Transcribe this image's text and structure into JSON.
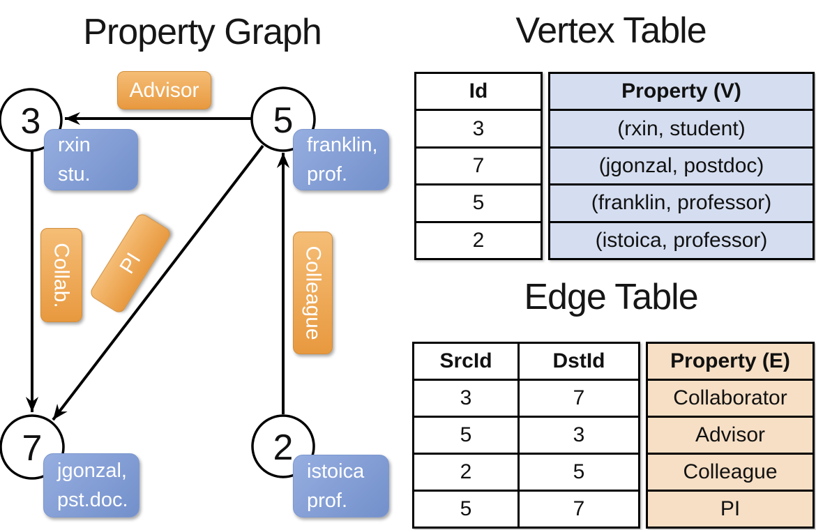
{
  "titles": {
    "graph": "Property Graph",
    "vertex_table": "Vertex Table",
    "edge_table": "Edge Table"
  },
  "graph": {
    "nodes": [
      {
        "id": "3"
      },
      {
        "id": "5"
      },
      {
        "id": "7"
      },
      {
        "id": "2"
      }
    ],
    "node_properties": [
      {
        "line1": "rxin",
        "line2": "stu."
      },
      {
        "line1": "franklin,",
        "line2": "prof."
      },
      {
        "line1": "jgonzal,",
        "line2": "pst.doc."
      },
      {
        "line1": "istoica",
        "line2": "prof."
      }
    ],
    "edge_labels": [
      {
        "text": "Advisor"
      },
      {
        "text": "Collab."
      },
      {
        "text": "PI"
      },
      {
        "text": "Colleague"
      }
    ]
  },
  "vertex_table": {
    "headers": {
      "id": "Id",
      "property": "Property (V)"
    },
    "rows": [
      {
        "id": "3",
        "property": "(rxin, student)"
      },
      {
        "id": "7",
        "property": "(jgonzal, postdoc)"
      },
      {
        "id": "5",
        "property": "(franklin, professor)"
      },
      {
        "id": "2",
        "property": "(istoica, professor)"
      }
    ]
  },
  "edge_table": {
    "headers": {
      "src": "SrcId",
      "dst": "DstId",
      "property": "Property (E)"
    },
    "rows": [
      {
        "src": "3",
        "dst": "7",
        "property": "Collaborator"
      },
      {
        "src": "5",
        "dst": "3",
        "property": "Advisor"
      },
      {
        "src": "2",
        "dst": "5",
        "property": "Colleague"
      },
      {
        "src": "5",
        "dst": "7",
        "property": "PI"
      }
    ]
  },
  "colors": {
    "edge_stroke": "#000000",
    "node_fill": "#ffffff",
    "orange_top": "#f5bd76",
    "orange_bottom": "#e8993f",
    "blue_top": "#96aee0",
    "blue_bottom": "#7390cb",
    "vertex_cell_fill": "#d5def0",
    "edge_cell_fill": "#f6dfc5"
  }
}
